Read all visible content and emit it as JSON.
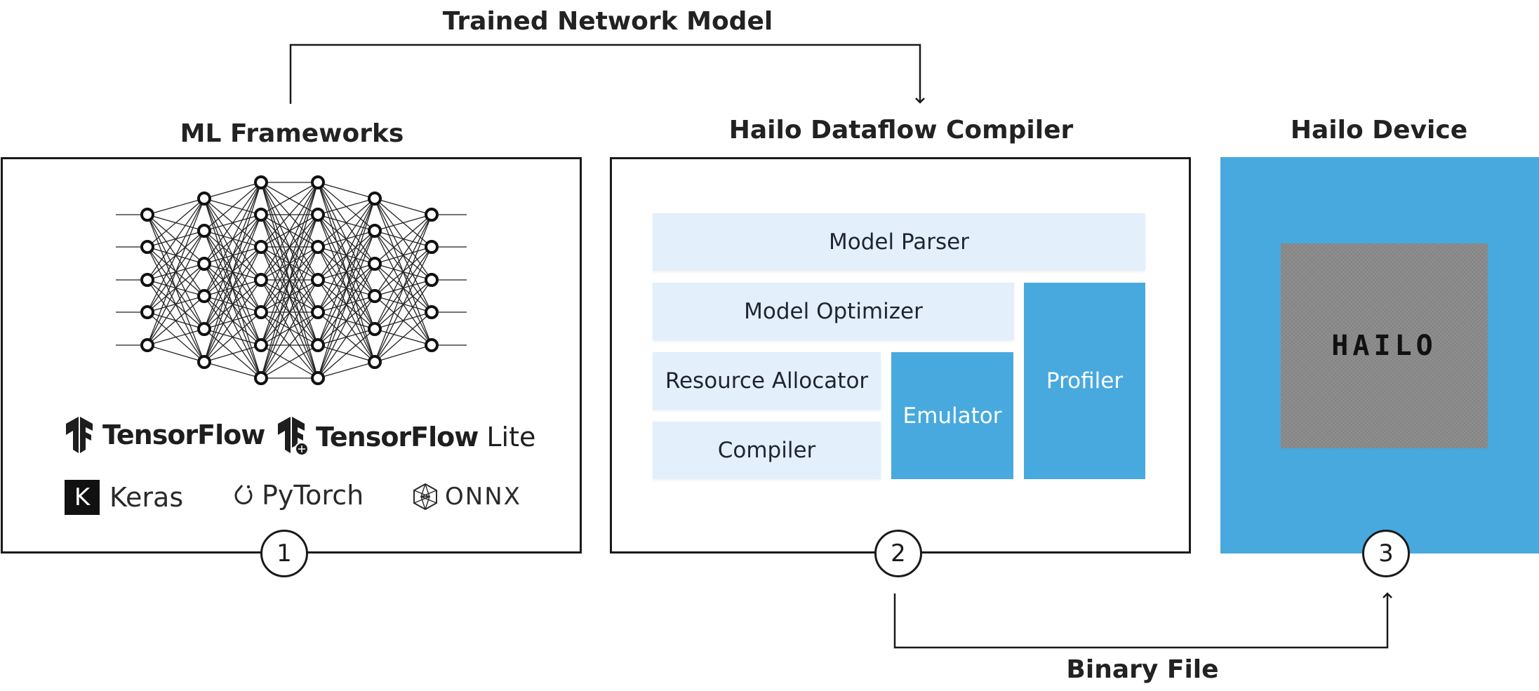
{
  "headings": {
    "top_arrow": "Trained Network Model",
    "ml": "ML Frameworks",
    "compiler": "Hailo Dataflow Compiler",
    "device": "Hailo Device",
    "bottom_arrow": "Binary File"
  },
  "compiler_modules": {
    "parser": "Model Parser",
    "optimizer": "Model Optimizer",
    "allocator": "Resource Allocator",
    "compiler": "Compiler",
    "emulator": "Emulator",
    "profiler": "Profiler"
  },
  "frameworks": {
    "tensorflow": "TensorFlow",
    "tensorflow_lite_main": "TensorFlow",
    "tensorflow_lite_suffix": "Lite",
    "keras_letter": "K",
    "keras": "Keras",
    "pytorch": "PyTorch",
    "onnx": "ONNX"
  },
  "device": {
    "logo": "HAILO"
  },
  "steps": [
    "1",
    "2",
    "3"
  ],
  "colors": {
    "accent_blue": "#47a9de",
    "light_module": "#e3effb",
    "chip_gray": "#8a8a8a",
    "outline": "#1a1a1a"
  },
  "icons": {
    "network": "neural-network-icon",
    "tensorflow": "tensorflow-logo-icon",
    "pytorch": "pytorch-logo-icon",
    "onnx": "onnx-logo-icon"
  }
}
